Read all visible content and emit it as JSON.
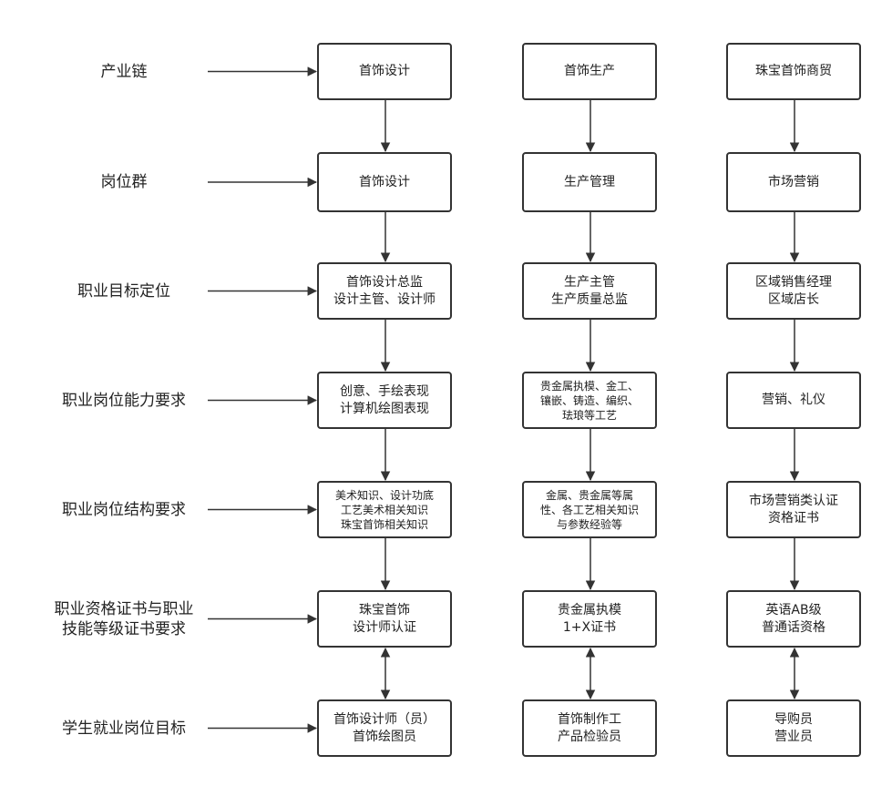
{
  "rows": [
    {
      "label": [
        "产业链"
      ]
    },
    {
      "label": [
        "岗位群"
      ]
    },
    {
      "label": [
        "职业目标定位"
      ]
    },
    {
      "label": [
        "职业岗位能力要求"
      ]
    },
    {
      "label": [
        "职业岗位结构要求"
      ]
    },
    {
      "label": [
        "职业资格证书与职业",
        "技能等级证书要求"
      ]
    },
    {
      "label": [
        "学生就业岗位目标"
      ]
    }
  ],
  "columns": [
    {
      "boxes": [
        [
          "首饰设计"
        ],
        [
          "首饰设计"
        ],
        [
          "首饰设计总监",
          "设计主管、设计师"
        ],
        [
          "创意、手绘表现",
          "计算机绘图表现"
        ],
        [
          "美术知识、设计功底",
          "工艺美术相关知识",
          "珠宝首饰相关知识"
        ],
        [
          "珠宝首饰",
          "设计师认证"
        ],
        [
          "首饰设计师（员）",
          "首饰绘图员"
        ]
      ]
    },
    {
      "boxes": [
        [
          "首饰生产"
        ],
        [
          "生产管理"
        ],
        [
          "生产主管",
          "生产质量总监"
        ],
        [
          "贵金属执模、金工、",
          "镶嵌、铸造、编织、",
          "珐琅等工艺"
        ],
        [
          "金属、贵金属等属",
          "性、各工艺相关知识",
          "与参数经验等"
        ],
        [
          "贵金属执模",
          "1+X证书"
        ],
        [
          "首饰制作工",
          "产品检验员"
        ]
      ]
    },
    {
      "boxes": [
        [
          "珠宝首饰商贸"
        ],
        [
          "市场营销"
        ],
        [
          "区域销售经理",
          "区域店长"
        ],
        [
          "营销、礼仪"
        ],
        [
          "市场营销类认证",
          "资格证书"
        ],
        [
          "英语AB级",
          "普通话资格"
        ],
        [
          "导购员",
          "营业员"
        ]
      ]
    }
  ],
  "colors": {
    "stroke": "#333333",
    "text": "#222222",
    "background": "#ffffff"
  }
}
